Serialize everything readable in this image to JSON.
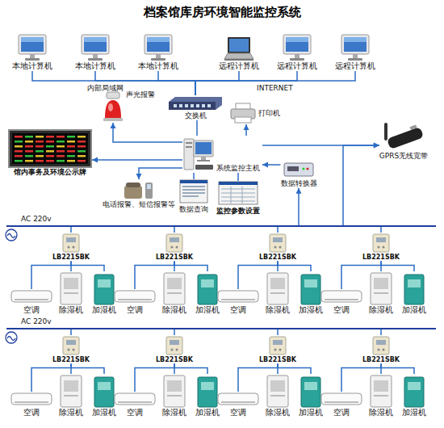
{
  "diagram": {
    "title": "档案馆库房环境智能监控系统",
    "nodes": [
      {
        "text": [
          "本地计算机"
        ]
      },
      {
        "text": [
          "本地计算机"
        ]
      },
      {
        "text": [
          "本地计算机"
        ]
      },
      {
        "text": [
          "远程计算机"
        ]
      },
      {
        "text": [
          "远程计算机"
        ]
      },
      {
        "text": [
          "远程计算机"
        ]
      },
      {
        "text": [
          "声光报警"
        ]
      },
      {
        "text": [
          "交换机"
        ]
      },
      {
        "text": [
          "打印机"
        ]
      },
      {
        "text": [
          "馆内事务及环境公示牌"
        ]
      },
      {
        "text": [
          "系统监控主机"
        ]
      },
      {
        "text": [
          "GPRS无线宽带"
        ]
      },
      {
        "text": [
          "电话报警、短信报警等"
        ]
      },
      {
        "text": [
          "数据查询"
        ]
      },
      {
        "text": [
          "监控参数设置"
        ]
      },
      {
        "text": [
          "数据转换器"
        ]
      },
      {
        "text": [
          "AC 220v"
        ]
      },
      {
        "text": [
          "LB221SBK"
        ]
      },
      {
        "text": [
          "LB221SBK"
        ]
      },
      {
        "text": [
          "LB221SBK"
        ]
      },
      {
        "text": [
          "LB221SBK"
        ]
      },
      {
        "text": [
          "空调"
        ]
      },
      {
        "text": [
          "除湿机"
        ]
      },
      {
        "text": [
          "加湿机"
        ]
      },
      {
        "text": [
          "空调"
        ]
      },
      {
        "text": [
          "除湿机"
        ]
      },
      {
        "text": [
          "加湿机"
        ]
      },
      {
        "text": [
          "空调"
        ]
      },
      {
        "text": [
          "除湿机"
        ]
      },
      {
        "text": [
          "加湿机"
        ]
      },
      {
        "text": [
          "空调"
        ]
      },
      {
        "text": [
          "除湿机"
        ]
      },
      {
        "text": [
          "加湿机"
        ]
      },
      {
        "text": [
          "AC 220v"
        ]
      },
      {
        "text": [
          "LB221SBK"
        ]
      },
      {
        "text": [
          "LB221SBK"
        ]
      },
      {
        "text": [
          "LB221SBK"
        ]
      },
      {
        "text": [
          "LB221SBK"
        ]
      },
      {
        "text": [
          "空调"
        ]
      },
      {
        "text": [
          "除湿机"
        ]
      },
      {
        "text": [
          "加湿机"
        ]
      },
      {
        "text": [
          "空调"
        ]
      },
      {
        "text": [
          "除湿机"
        ]
      },
      {
        "text": [
          "加湿机"
        ]
      },
      {
        "text": [
          "空调"
        ]
      },
      {
        "text": [
          "除湿机"
        ]
      },
      {
        "text": [
          "加湿机"
        ]
      },
      {
        "text": [
          "空调"
        ]
      },
      {
        "text": [
          "除湿机"
        ]
      },
      {
        "text": [
          "加湿机"
        ]
      }
    ],
    "edges": [
      {
        "from": 0,
        "to": 7,
        "arrow": "none"
      },
      {
        "from": 1,
        "to": 7,
        "arrow": "none"
      },
      {
        "from": 2,
        "to": 7,
        "arrow": "none"
      },
      {
        "from": 3,
        "to": 7,
        "arrow": "none"
      },
      {
        "from": 4,
        "to": 7,
        "arrow": "none"
      },
      {
        "from": 5,
        "to": 7,
        "arrow": "none"
      },
      {
        "from": 10,
        "to": 6,
        "arrow": "to"
      },
      {
        "from": 7,
        "to": 10,
        "arrow": "none"
      },
      {
        "from": 10,
        "to": 8,
        "arrow": "to"
      },
      {
        "from": 10,
        "to": 9,
        "arrow": "to"
      },
      {
        "from": 10,
        "to": 11,
        "arrow": "to"
      },
      {
        "from": 10,
        "to": 12,
        "arrow": "to"
      },
      {
        "from": 10,
        "to": 13,
        "arrow": "none"
      },
      {
        "from": 10,
        "to": 14,
        "arrow": "none"
      },
      {
        "from": 15,
        "to": 10,
        "arrow": "to"
      },
      {
        "from": 16,
        "to": 15,
        "arrow": "to"
      },
      {
        "from": 16,
        "to": 11,
        "arrow": "to"
      },
      {
        "from": 16,
        "to": 17,
        "arrow": "none"
      },
      {
        "from": 16,
        "to": 18,
        "arrow": "none"
      },
      {
        "from": 16,
        "to": 19,
        "arrow": "none"
      },
      {
        "from": 16,
        "to": 20,
        "arrow": "none"
      },
      {
        "from": 17,
        "to": 21,
        "arrow": "none"
      },
      {
        "from": 17,
        "to": 22,
        "arrow": "none"
      },
      {
        "from": 17,
        "to": 23,
        "arrow": "none"
      },
      {
        "from": 18,
        "to": 24,
        "arrow": "none"
      },
      {
        "from": 18,
        "to": 25,
        "arrow": "none"
      },
      {
        "from": 18,
        "to": 26,
        "arrow": "none"
      },
      {
        "from": 19,
        "to": 27,
        "arrow": "none"
      },
      {
        "from": 19,
        "to": 28,
        "arrow": "none"
      },
      {
        "from": 19,
        "to": 29,
        "arrow": "none"
      },
      {
        "from": 20,
        "to": 30,
        "arrow": "none"
      },
      {
        "from": 20,
        "to": 31,
        "arrow": "none"
      },
      {
        "from": 20,
        "to": 32,
        "arrow": "none"
      },
      {
        "from": 33,
        "to": 34,
        "arrow": "none"
      },
      {
        "from": 33,
        "to": 35,
        "arrow": "none"
      },
      {
        "from": 33,
        "to": 36,
        "arrow": "none"
      },
      {
        "from": 33,
        "to": 37,
        "arrow": "none"
      },
      {
        "from": 34,
        "to": 38,
        "arrow": "none"
      },
      {
        "from": 34,
        "to": 39,
        "arrow": "none"
      },
      {
        "from": 34,
        "to": 40,
        "arrow": "none"
      },
      {
        "from": 35,
        "to": 41,
        "arrow": "none"
      },
      {
        "from": 35,
        "to": 42,
        "arrow": "none"
      },
      {
        "from": 35,
        "to": 43,
        "arrow": "none"
      },
      {
        "from": 36,
        "to": 44,
        "arrow": "none"
      },
      {
        "from": 36,
        "to": 45,
        "arrow": "none"
      },
      {
        "from": 36,
        "to": 46,
        "arrow": "none"
      },
      {
        "from": 37,
        "to": 47,
        "arrow": "none"
      },
      {
        "from": 37,
        "to": 48,
        "arrow": "none"
      },
      {
        "from": 37,
        "to": 49,
        "arrow": "none"
      }
    ],
    "labels": [
      "内部局域网",
      "INTERNET"
    ]
  }
}
